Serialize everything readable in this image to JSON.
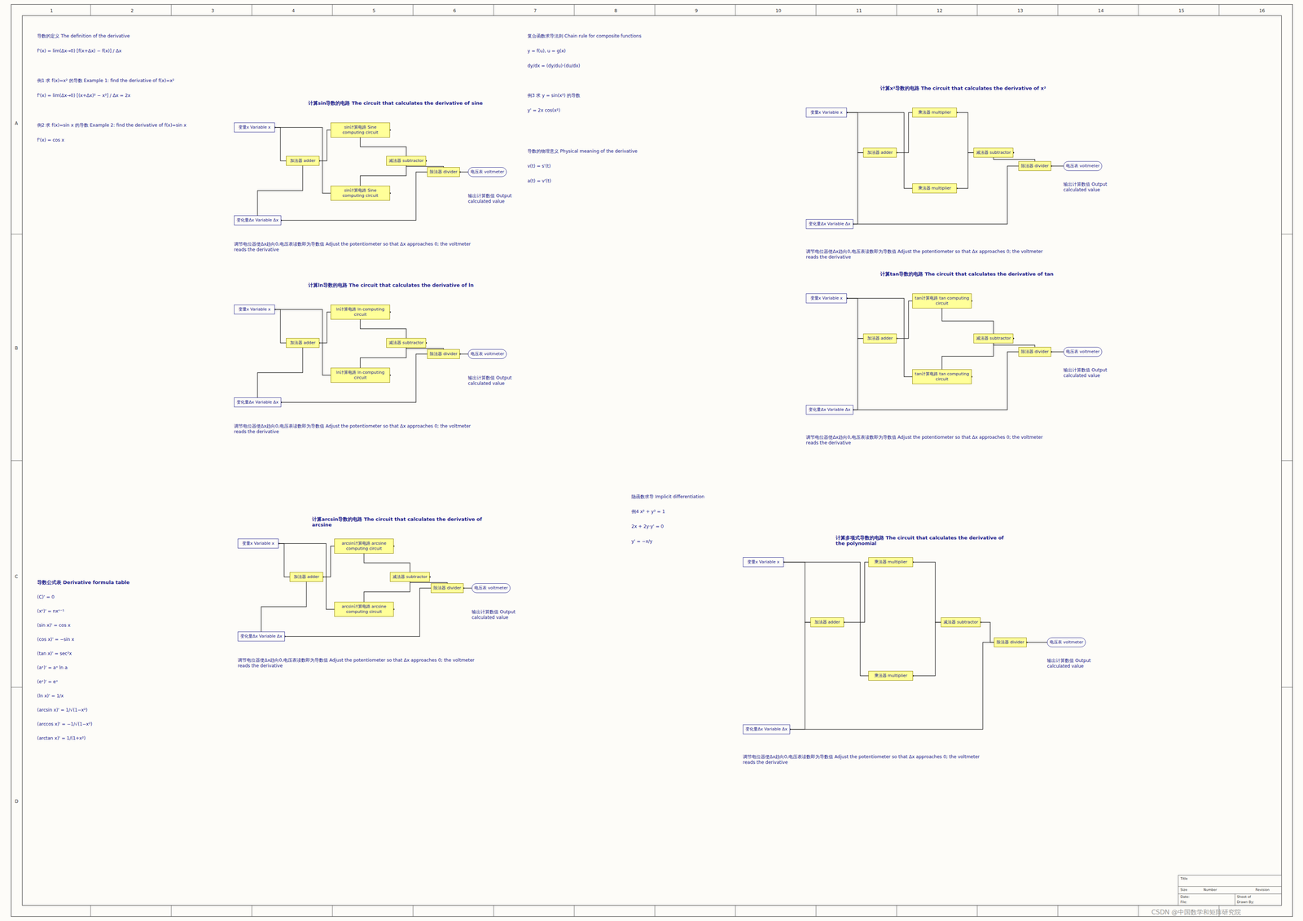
{
  "diagram": {
    "nodes": [
      {
        "text": [
          "变量x Variable x"
        ]
      },
      {
        "text": [
          "变化量Δx Variable Δx"
        ]
      },
      {
        "text": [
          "加法器 adder"
        ]
      },
      {
        "text": [
          "sin计算电路 Sine computing circuit"
        ]
      },
      {
        "text": [
          "sin计算电路 Sine computing circuit"
        ]
      },
      {
        "text": [
          "减法器 subtractor"
        ]
      },
      {
        "text": [
          "除法器 divider"
        ]
      },
      {
        "text": [
          "电压表 voltmeter"
        ]
      },
      {
        "text": [
          "变量x Variable x"
        ]
      },
      {
        "text": [
          "变化量Δx Variable Δx"
        ]
      },
      {
        "text": [
          "加法器 adder"
        ]
      },
      {
        "text": [
          "ln计算电路 ln computing circuit"
        ]
      },
      {
        "text": [
          "ln计算电路 ln computing circuit"
        ]
      },
      {
        "text": [
          "减法器 subtractor"
        ]
      },
      {
        "text": [
          "除法器 divider"
        ]
      },
      {
        "text": [
          "电压表 voltmeter"
        ]
      },
      {
        "text": [
          "变量x Variable x"
        ]
      },
      {
        "text": [
          "变化量Δx Variable Δx"
        ]
      },
      {
        "text": [
          "加法器 adder"
        ]
      },
      {
        "text": [
          "arcsin计算电路 arcsine computing circuit"
        ]
      },
      {
        "text": [
          "arcsin计算电路 arcsine computing circuit"
        ]
      },
      {
        "text": [
          "减法器 subtractor"
        ]
      },
      {
        "text": [
          "除法器 divider"
        ]
      },
      {
        "text": [
          "电压表 voltmeter"
        ]
      },
      {
        "text": [
          "变量x Variable x"
        ]
      },
      {
        "text": [
          "变化量Δx Variable Δx"
        ]
      },
      {
        "text": [
          "加法器 adder"
        ]
      },
      {
        "text": [
          "乘法器 multiplier"
        ]
      },
      {
        "text": [
          "乘法器 multiplier"
        ]
      },
      {
        "text": [
          "减法器 subtractor"
        ]
      },
      {
        "text": [
          "除法器 divider"
        ]
      },
      {
        "text": [
          "电压表 voltmeter"
        ]
      },
      {
        "text": [
          "变量x Variable x"
        ]
      },
      {
        "text": [
          "变化量Δx Variable Δx"
        ]
      },
      {
        "text": [
          "加法器 adder"
        ]
      },
      {
        "text": [
          "tan计算电路 tan computing circuit"
        ]
      },
      {
        "text": [
          "tan计算电路 tan computing circuit"
        ]
      },
      {
        "text": [
          "减法器 subtractor"
        ]
      },
      {
        "text": [
          "除法器 divider"
        ]
      },
      {
        "text": [
          "电压表 voltmeter"
        ]
      },
      {
        "text": [
          "变量x Variable x"
        ]
      },
      {
        "text": [
          "变化量Δx Variable Δx"
        ]
      },
      {
        "text": [
          "加法器 adder"
        ]
      },
      {
        "text": [
          "乘法器 multiplier"
        ]
      },
      {
        "text": [
          "乘法器 multiplier"
        ]
      },
      {
        "text": [
          "减法器 subtractor"
        ]
      },
      {
        "text": [
          "除法器 divider"
        ]
      },
      {
        "text": [
          "电压表 voltmeter"
        ]
      }
    ],
    "edges": [
      {
        "from": 0,
        "to": 2,
        "arrow": "none"
      },
      {
        "from": 1,
        "to": 2,
        "arrow": "none"
      },
      {
        "from": 2,
        "to": 3,
        "arrow": "none"
      },
      {
        "from": 0,
        "to": 4,
        "arrow": "none"
      },
      {
        "from": 3,
        "to": 5,
        "arrow": "none"
      },
      {
        "from": 4,
        "to": 5,
        "arrow": "none"
      },
      {
        "from": 5,
        "to": 6,
        "arrow": "none"
      },
      {
        "from": 1,
        "to": 6,
        "arrow": "none"
      },
      {
        "from": 6,
        "to": 7,
        "arrow": "none"
      },
      {
        "from": 8,
        "to": 10,
        "arrow": "none"
      },
      {
        "from": 9,
        "to": 10,
        "arrow": "none"
      },
      {
        "from": 10,
        "to": 11,
        "arrow": "none"
      },
      {
        "from": 8,
        "to": 12,
        "arrow": "none"
      },
      {
        "from": 11,
        "to": 13,
        "arrow": "none"
      },
      {
        "from": 12,
        "to": 13,
        "arrow": "none"
      },
      {
        "from": 13,
        "to": 14,
        "arrow": "none"
      },
      {
        "from": 9,
        "to": 14,
        "arrow": "none"
      },
      {
        "from": 14,
        "to": 15,
        "arrow": "none"
      },
      {
        "from": 16,
        "to": 18,
        "arrow": "none"
      },
      {
        "from": 17,
        "to": 18,
        "arrow": "none"
      },
      {
        "from": 18,
        "to": 19,
        "arrow": "none"
      },
      {
        "from": 16,
        "to": 20,
        "arrow": "none"
      },
      {
        "from": 19,
        "to": 21,
        "arrow": "none"
      },
      {
        "from": 20,
        "to": 21,
        "arrow": "none"
      },
      {
        "from": 21,
        "to": 22,
        "arrow": "none"
      },
      {
        "from": 17,
        "to": 22,
        "arrow": "none"
      },
      {
        "from": 22,
        "to": 23,
        "arrow": "none"
      },
      {
        "from": 24,
        "to": 26,
        "arrow": "none"
      },
      {
        "from": 25,
        "to": 26,
        "arrow": "none"
      },
      {
        "from": 26,
        "to": 27,
        "arrow": "none"
      },
      {
        "from": 24,
        "to": 28,
        "arrow": "none"
      },
      {
        "from": 27,
        "to": 29,
        "arrow": "none"
      },
      {
        "from": 28,
        "to": 29,
        "arrow": "none"
      },
      {
        "from": 29,
        "to": 30,
        "arrow": "none"
      },
      {
        "from": 25,
        "to": 30,
        "arrow": "none"
      },
      {
        "from": 30,
        "to": 31,
        "arrow": "none"
      },
      {
        "from": 32,
        "to": 34,
        "arrow": "none"
      },
      {
        "from": 33,
        "to": 34,
        "arrow": "none"
      },
      {
        "from": 34,
        "to": 35,
        "arrow": "none"
      },
      {
        "from": 32,
        "to": 36,
        "arrow": "none"
      },
      {
        "from": 35,
        "to": 37,
        "arrow": "none"
      },
      {
        "from": 36,
        "to": 37,
        "arrow": "none"
      },
      {
        "from": 37,
        "to": 38,
        "arrow": "none"
      },
      {
        "from": 33,
        "to": 38,
        "arrow": "none"
      },
      {
        "from": 38,
        "to": 39,
        "arrow": "none"
      },
      {
        "from": 40,
        "to": 42,
        "arrow": "none"
      },
      {
        "from": 41,
        "to": 42,
        "arrow": "none"
      },
      {
        "from": 42,
        "to": 43,
        "arrow": "none"
      },
      {
        "from": 40,
        "to": 44,
        "arrow": "none"
      },
      {
        "from": 43,
        "to": 45,
        "arrow": "none"
      },
      {
        "from": 44,
        "to": 45,
        "arrow": "none"
      },
      {
        "from": 45,
        "to": 46,
        "arrow": "none"
      },
      {
        "from": 41,
        "to": 46,
        "arrow": "none"
      },
      {
        "from": 46,
        "to": 47,
        "arrow": "none"
      }
    ],
    "labels": [
      "1",
      "2",
      "3",
      "4",
      "5",
      "6",
      "7",
      "8",
      "9",
      "10",
      "11",
      "12",
      "13",
      "14",
      "15",
      "16",
      "A",
      "B",
      "C",
      "D",
      "导数的定义 The definition of the derivative",
      "f'(x) = lim(Δx→0) [f(x+Δx) − f(x)] / Δx",
      "例1 求 f(x)=x² 的导数 Example 1: find the derivative of f(x)=x²",
      "f'(x) = lim(Δx→0) [(x+Δx)² − x²] / Δx = 2x",
      "例2 求 f(x)=sin x 的导数 Example 2: find the derivative of f(x)=sin x",
      "f'(x) = cos x",
      "导数公式表 Derivative formula table",
      "(C)' = 0",
      "(xⁿ)' = nxⁿ⁻¹",
      "(sin x)' = cos x",
      "(cos x)' = −sin x",
      "(tan x)' = sec²x",
      "(aˣ)' = aˣ ln a",
      "(eˣ)' = eˣ",
      "(ln x)' = 1/x",
      "(arcsin x)' = 1/√(1−x²)",
      "(arccos x)' = −1/√(1−x²)",
      "(arctan x)' = 1/(1+x²)",
      "复合函数求导法则 Chain rule for composite functions",
      "y = f(u), u = g(x)",
      "dy/dx = (dy/du)·(du/dx)",
      "例3 求 y = sin(x²) 的导数",
      "y' = 2x cos(x²)",
      "导数的物理意义 Physical meaning of the derivative",
      "v(t) = s'(t)",
      "a(t) = v'(t)",
      "隐函数求导 Implicit differentiation",
      "例4 x² + y² = 1",
      "2x + 2y·y' = 0",
      "y' = −x/y",
      "计算sin导数的电路 The circuit that calculates the derivative of sine",
      "计算ln导数的电路 The circuit that calculates the derivative of ln",
      "计算arcsin导数的电路 The circuit that calculates the derivative of arcsine",
      "计算x²导数的电路 The circuit that calculates the derivative of x²",
      "计算tan导数的电路 The circuit that calculates the derivative of tan",
      "计算多项式导数的电路 The circuit that calculates the derivative of the polynomial",
      "输出计算数值 Output calculated value",
      "输出计算数值 Output calculated value",
      "输出计算数值 Output calculated value",
      "输出计算数值 Output calculated value",
      "输出计算数值 Output calculated value",
      "输出计算数值 Output calculated value",
      "调节电位器使Δx趋向0,电压表读数即为导数值 Adjust the potentiometer so that Δx approaches 0; the voltmeter reads the derivative",
      "调节电位器使Δx趋向0,电压表读数即为导数值 Adjust the potentiometer so that Δx approaches 0; the voltmeter reads the derivative",
      "调节电位器使Δx趋向0,电压表读数即为导数值 Adjust the potentiometer so that Δx approaches 0; the voltmeter reads the derivative",
      "调节电位器使Δx趋向0,电压表读数即为导数值 Adjust the potentiometer so that Δx approaches 0; the voltmeter reads the derivative",
      "调节电位器使Δx趋向0,电压表读数即为导数值 Adjust the potentiometer so that Δx approaches 0; the voltmeter reads the derivative",
      "调节电位器使Δx趋向0,电压表读数即为导数值 Adjust the potentiometer so that Δx approaches 0; the voltmeter reads the derivative",
      "Title",
      "Size",
      "Number",
      "Revision",
      "Date:",
      "File:",
      "Sheet of",
      "Drawn By:",
      "CSDN @中国数学和矩阵研究院"
    ]
  }
}
